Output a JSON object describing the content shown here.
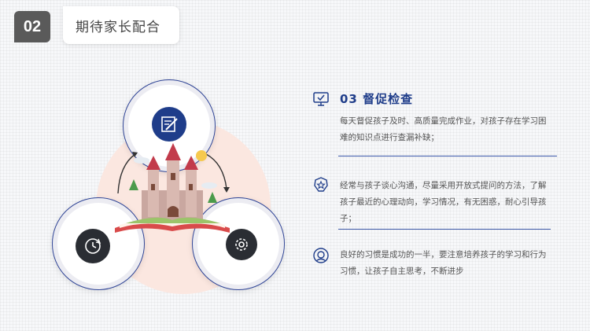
{
  "header": {
    "number": "02",
    "title": "期待家长配合"
  },
  "section": {
    "heading": "03 督促检查",
    "items": [
      {
        "text": "每天督促孩子及时、高质量完成作业，对孩子存在学习困难的知识点进行查漏补缺；",
        "icon": "monitor-check-icon"
      },
      {
        "text": "经常与孩子谈心沟通，尽量采用开放式提问的方法，了解孩子最近的心理动向，学习情况，有无困惑，耐心引导孩子；",
        "icon": "badge-star-icon"
      },
      {
        "text": "良好的习惯是成功的一半，要注意培养孩子的学习和行为习惯，让孩子自主思考，不断进步",
        "icon": "head-gear-icon"
      }
    ]
  },
  "diagram": {
    "top_icon": "checklist-pen-icon",
    "left_icon": "clock-refresh-icon",
    "right_icon": "brain-gear-icon",
    "illustration": "castle-book-illustration"
  },
  "colors": {
    "accent": "#1f3d8a",
    "badge": "#5a5a5a",
    "dark_core": "#2a2d33",
    "blob": "#fbe7e0",
    "text": "#555555"
  }
}
